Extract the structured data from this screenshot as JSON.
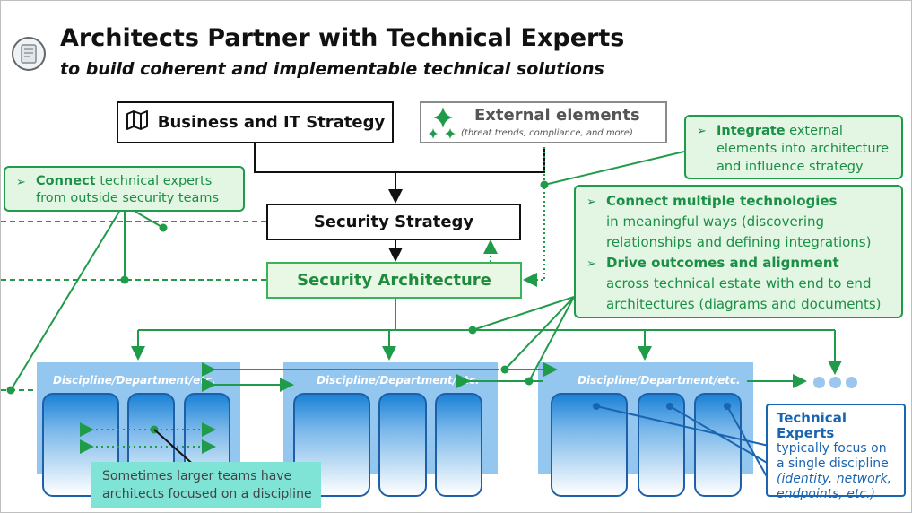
{
  "slide": {
    "title": "Architects Partner with Technical Experts",
    "subtitle": "to build coherent and implementable technical solutions"
  },
  "boxes": {
    "business_strategy": "Business and IT Strategy",
    "external_title": "External elements",
    "external_sub": "(threat trends, compliance, and more)",
    "security_strategy": "Security Strategy",
    "security_architecture": "Security Architecture"
  },
  "callouts": {
    "integrate": {
      "bold": "Integrate",
      "rest": " external elements into architecture and influence strategy"
    },
    "connect_experts": {
      "bold": "Connect",
      "rest": " technical experts from outside security teams"
    },
    "connect_tech": {
      "bold": "Connect multiple technologies",
      "rest": "in meaningful ways (discovering relationships and defining integrations)"
    },
    "drive": {
      "bold": "Drive outcomes and alignment",
      "rest": "across technical estate with end to end architectures (diagrams and documents)"
    },
    "sometimes": "Sometimes larger teams have architects focused on a discipline"
  },
  "departments": {
    "label": "Discipline/Department/etc."
  },
  "tech_experts": {
    "title": "Technical Experts",
    "body": "typically focus on a single discipline",
    "examples": "(identity, network, endpoints, etc.)"
  },
  "colors": {
    "green": "#1f9b4a",
    "light_green_fill": "#e3f6e3",
    "dept_blue": "#93c7f0",
    "column_border": "#1f5fa8",
    "teal_note": "#7fe3d6"
  },
  "icons": {
    "badge": "architect-badge-icon",
    "map": "map-icon",
    "sparkle": "sparkle-icon"
  }
}
